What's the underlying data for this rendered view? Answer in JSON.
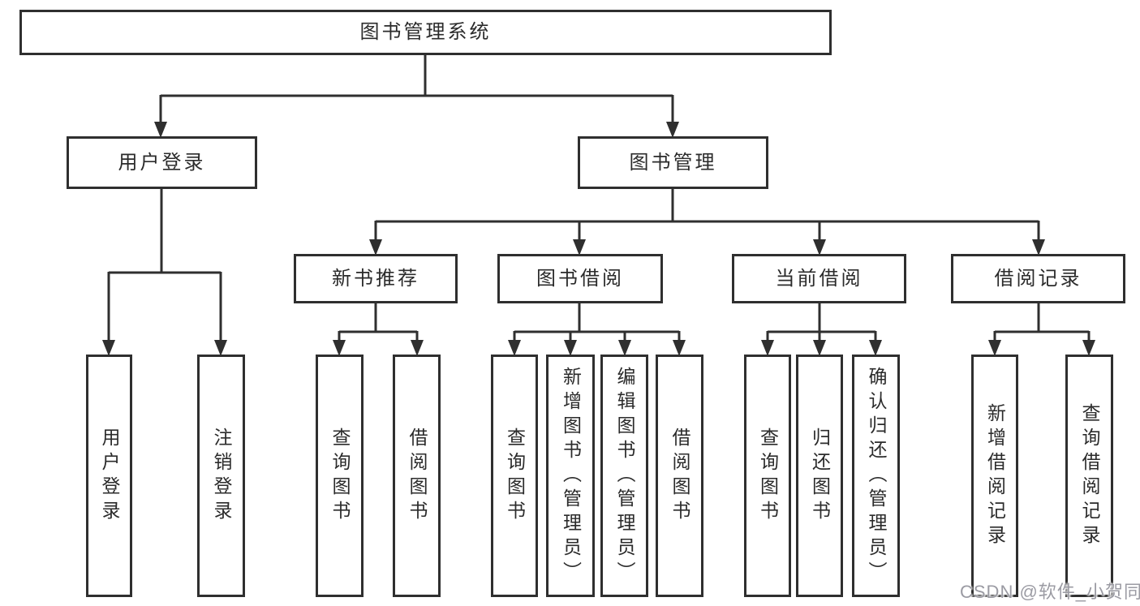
{
  "title": {
    "label": "图书管理系统"
  },
  "user_branch": {
    "label": "用户登录",
    "children": [
      {
        "label": "用户登录"
      },
      {
        "label": "注销登录"
      }
    ]
  },
  "book_branch": {
    "label": "图书管理",
    "sections": [
      {
        "label": "新书推荐",
        "children": [
          {
            "label": "查询图书"
          },
          {
            "label": "借阅图书"
          }
        ]
      },
      {
        "label": "图书借阅",
        "children": [
          {
            "label": "查询图书"
          },
          {
            "label": "新增图书（管理员）"
          },
          {
            "label": "编辑图书（管理员）"
          },
          {
            "label": "借阅图书"
          }
        ]
      },
      {
        "label": "当前借阅",
        "children": [
          {
            "label": "查询图书"
          },
          {
            "label": "归还图书"
          },
          {
            "label": "确认归还（管理员）"
          }
        ]
      },
      {
        "label": "借阅记录",
        "children": [
          {
            "label": "新增借阅记录"
          },
          {
            "label": "查询借阅记录"
          }
        ]
      }
    ]
  },
  "watermark": {
    "text": "CSDN @软件_小贺同学"
  },
  "colors": {
    "line": "#2f2f2f",
    "text": "#2b2b2b",
    "watermark": "#9b9ba3",
    "background": "#ffffff"
  }
}
